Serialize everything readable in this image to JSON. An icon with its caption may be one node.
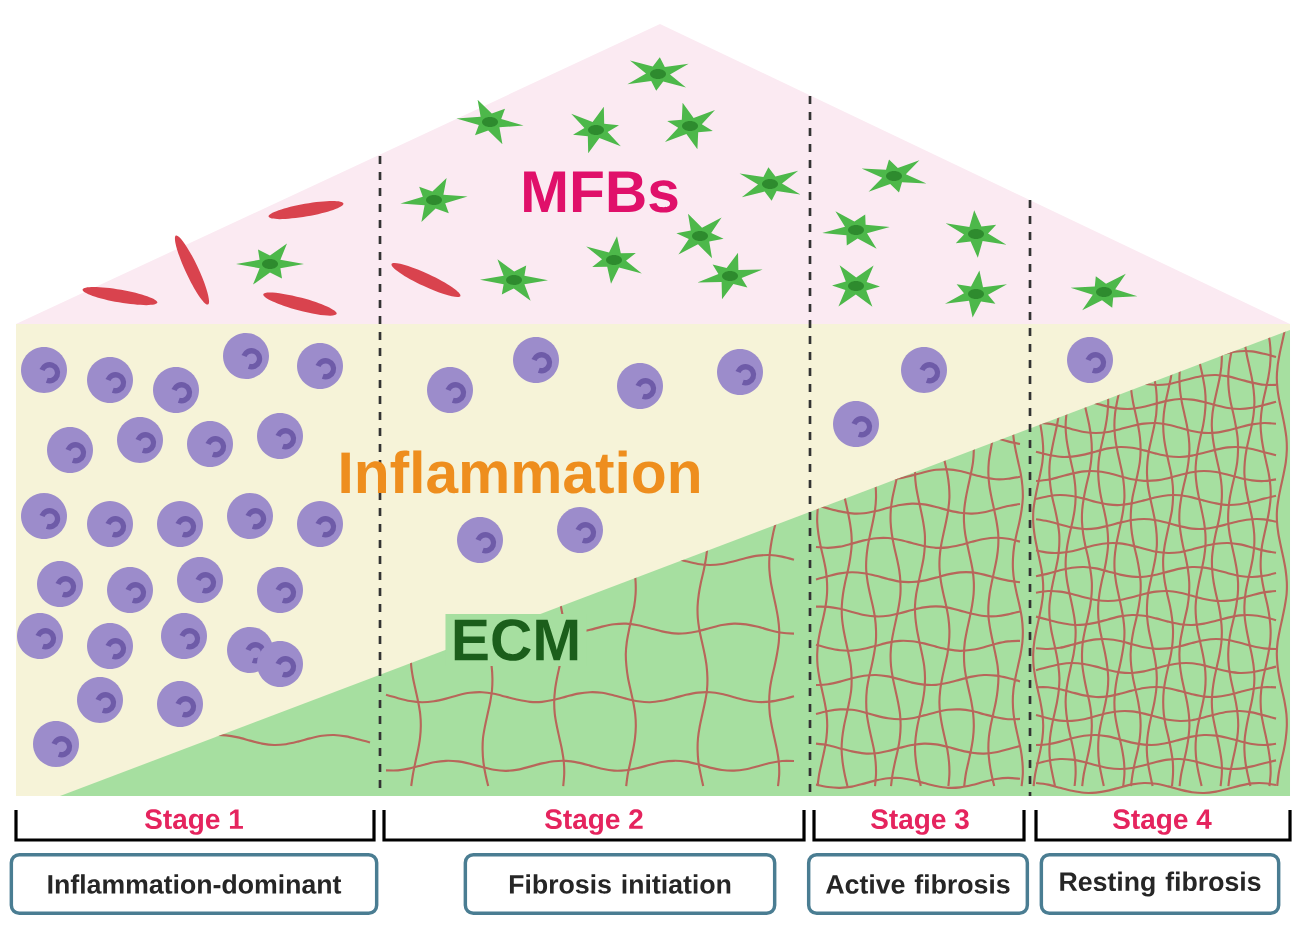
{
  "diagram": {
    "nodes": [
      {
        "text": [
          "Inflammation-dominant"
        ]
      },
      {
        "text": [
          "Fibrosis initiation"
        ]
      },
      {
        "text": [
          "Active fibrosis"
        ]
      },
      {
        "text": [
          "Resting fibrosis"
        ]
      }
    ],
    "labels": [
      "MFBs",
      "Inflammation",
      "ECM",
      "Stage 1",
      "Stage 2",
      "Stage 3",
      "Stage 4"
    ]
  }
}
